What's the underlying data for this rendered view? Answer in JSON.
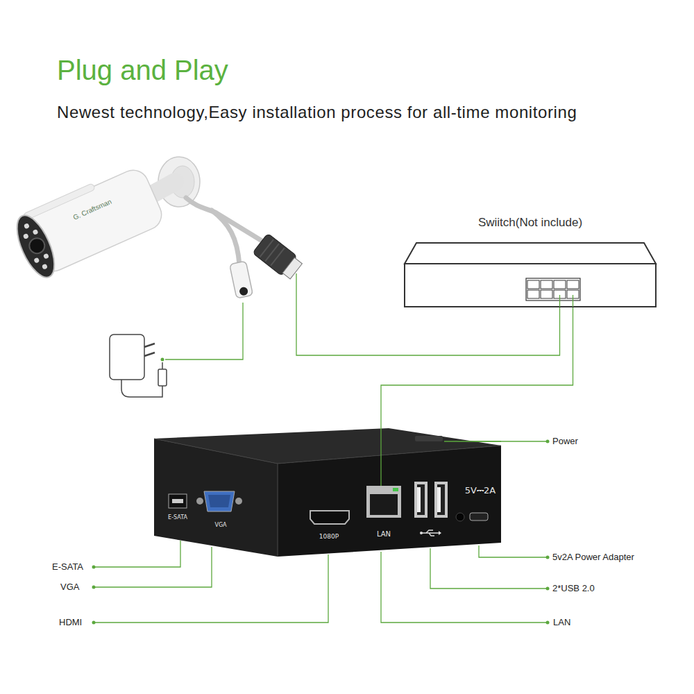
{
  "diagram": {
    "title": "Plug and Play",
    "nodes": [
      {
        "text": [
          "G. Craftsman"
        ]
      },
      {
        "text": [
          "Swiitch(Not include)"
        ]
      },
      {
        "text": [
          "E-SATA",
          "VGA",
          "1080P",
          "LAN",
          "5V⎓2A"
        ]
      }
    ],
    "edges": [
      {
        "from": 0,
        "to": 1,
        "arrow": "none"
      },
      {
        "from": 1,
        "to": 2,
        "arrow": "none"
      }
    ],
    "labels": [
      "Newest technology,Easy installation process for all-time monitoring",
      "Power",
      "5v2A Power Adapter",
      "2*USB 2.0",
      "LAN",
      "E-SATA",
      "VGA",
      "HDMI"
    ]
  }
}
